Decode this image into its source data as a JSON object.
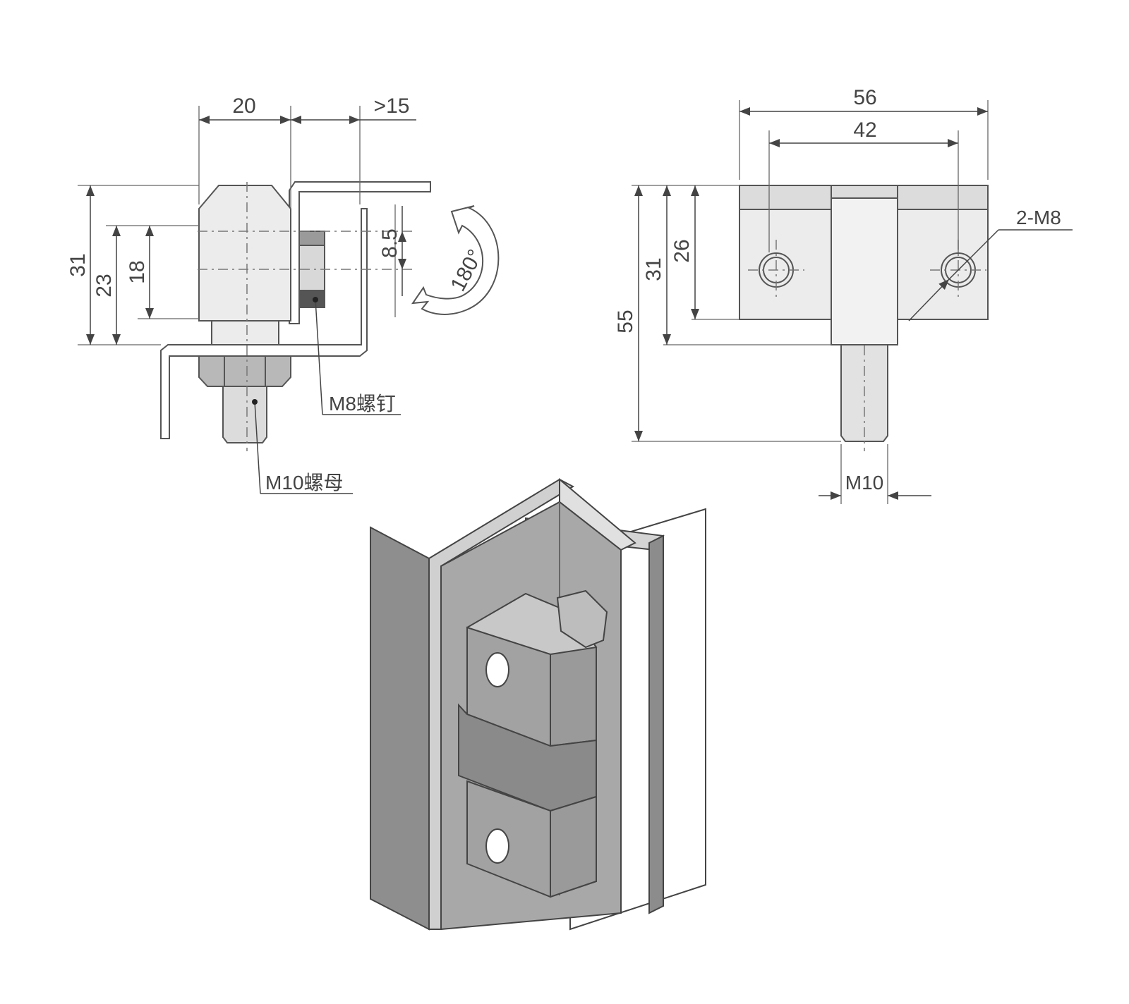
{
  "side_view": {
    "dim_width": "20",
    "dim_clearance": ">15",
    "dim_height_total": "31",
    "dim_height_mid": "23",
    "dim_height_inner": "18",
    "dim_offset": "8.5",
    "rotation_label": "180°",
    "screw_label": "M8螺钉",
    "nut_label": "M10螺母"
  },
  "front_view": {
    "dim_width_total": "56",
    "dim_hole_spacing": "42",
    "dim_height_total": "55",
    "dim_height_body": "31",
    "dim_height_leaf": "26",
    "hole_label": "2-M8",
    "thread_label": "M10"
  },
  "colors": {
    "line": "#555555",
    "part_fill": "#ececec",
    "dark_part": "#9a9a9a",
    "iso_face": "#a8a8a8",
    "iso_face_light": "#d4d4d4"
  }
}
